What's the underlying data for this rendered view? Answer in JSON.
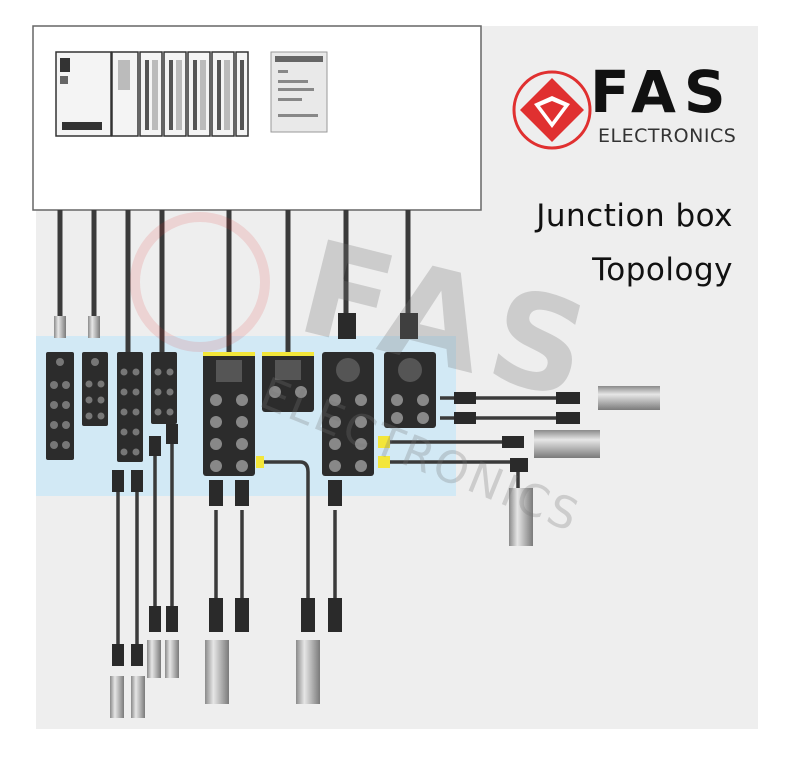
{
  "brand": {
    "name": "FAS",
    "subtitle": "ELECTRONICS",
    "logo_color": "#e03030"
  },
  "title": {
    "line1": "Junction box",
    "line2": "Topology"
  },
  "watermark": {
    "name": "FAS",
    "subtitle": "ELECTRONICS"
  },
  "colors": {
    "background_panel": "#eeeeee",
    "plc_box": "#ffffff",
    "module_band": "#d2e9f5",
    "cable": "#3a3a3a",
    "connector_accent": "#f3e63a"
  }
}
